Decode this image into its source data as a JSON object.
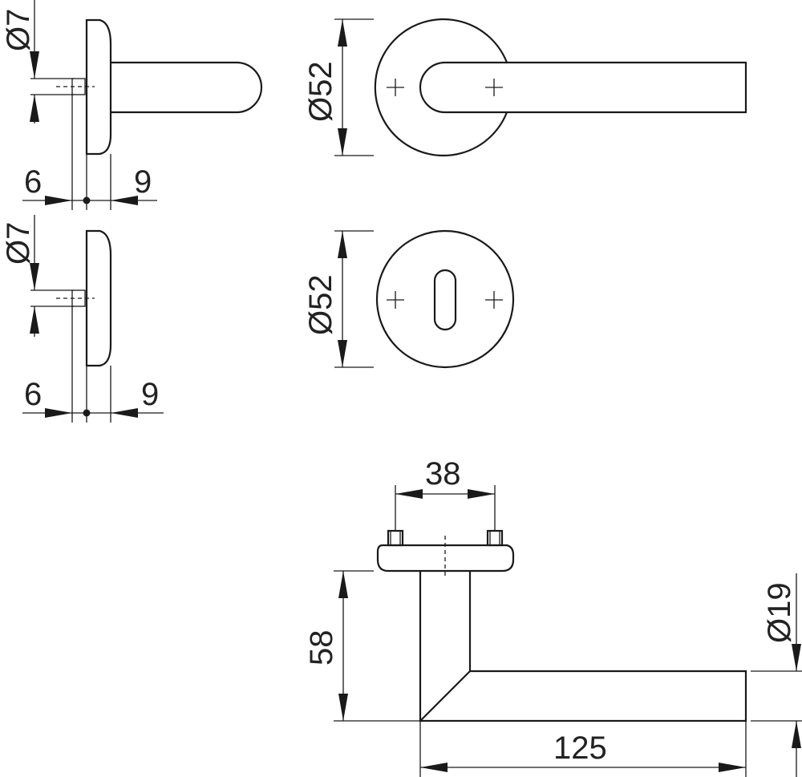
{
  "palette": {
    "line": "#1a1a1a",
    "text": "#222222",
    "background": "#ffffff"
  },
  "side_view_lever": {
    "spindle_diameter": "Ø7",
    "left_offset": "6",
    "right_offset": "9"
  },
  "side_view_escutcheon": {
    "spindle_diameter": "Ø7",
    "left_offset": "6",
    "right_offset": "9"
  },
  "front_view_lever": {
    "rose_diameter": "Ø52"
  },
  "front_view_escutcheon": {
    "rose_diameter": "Ø52"
  },
  "top_view": {
    "fixing_spacing": "38",
    "projection": "58",
    "lever_length": "125",
    "lever_diameter": "Ø19"
  }
}
